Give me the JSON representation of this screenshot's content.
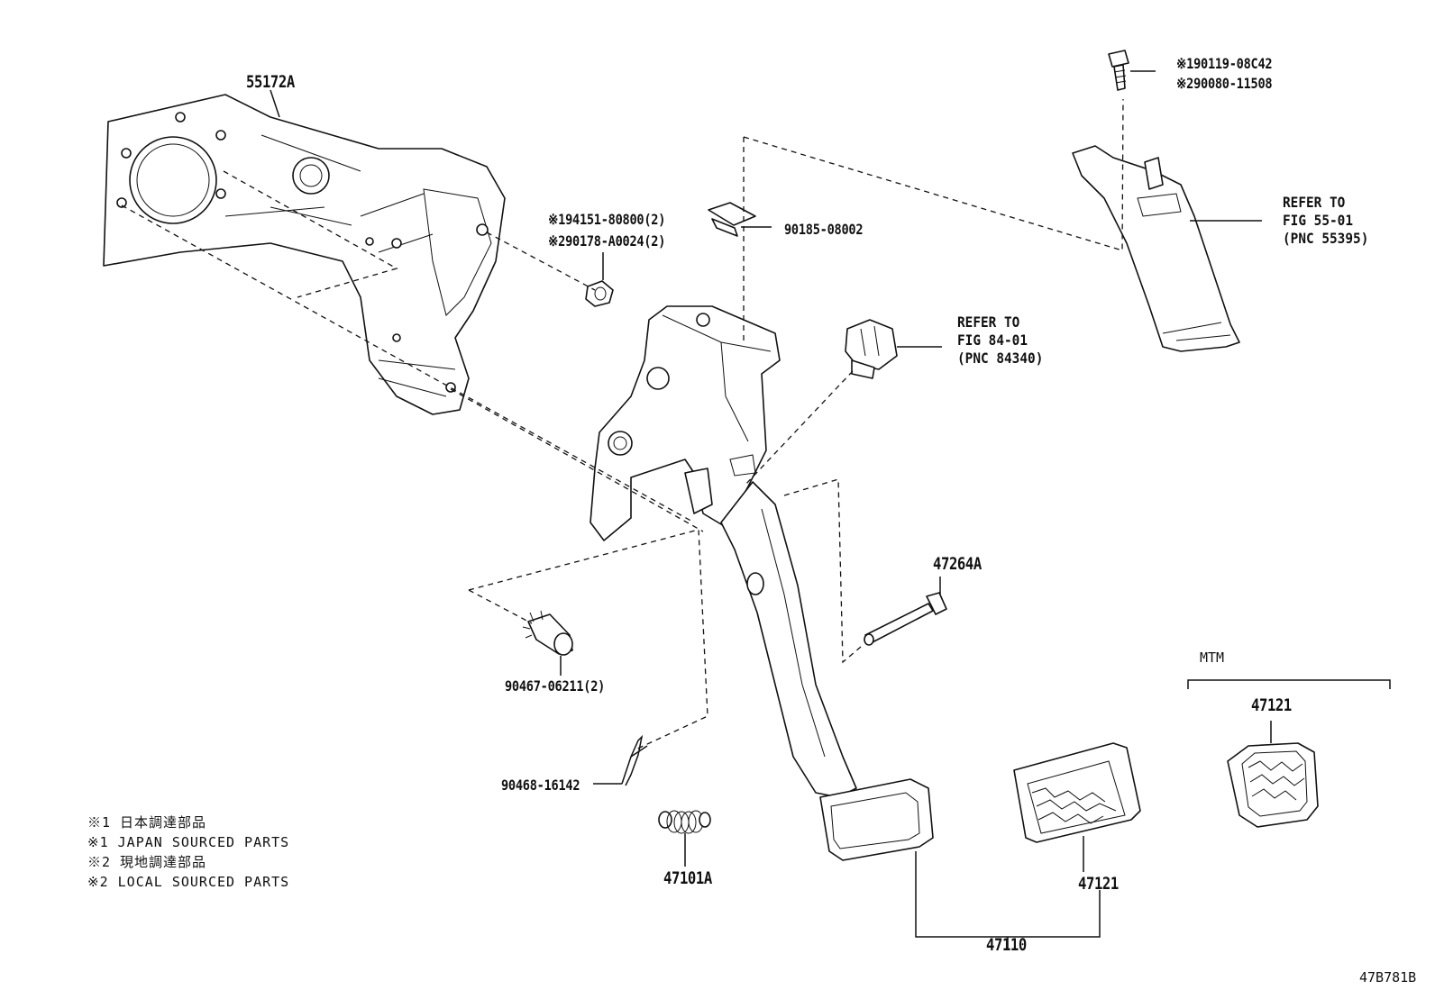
{
  "diagram": {
    "part_labels": {
      "p55172A": "55172A",
      "p90185": "90185-08002",
      "p47264A": "47264A",
      "p90467": "90467-06211(2)",
      "p90468": "90468-16142",
      "p47101A": "47101A",
      "p47121_main": "47121",
      "p47121_mtm": "47121",
      "p47110": "47110"
    },
    "bolt_notes": {
      "b1": "※194151-80800(2)",
      "b2": "※290178-A0024(2)"
    },
    "screw_notes": {
      "s1": "※190119-08C42",
      "s2": "※290080-11508"
    },
    "refer_55": [
      "REFER TO",
      "FIG 55-01",
      "(PNC 55395)"
    ],
    "refer_84": [
      "REFER TO",
      "FIG 84-01",
      "(PNC 84340)"
    ],
    "mtm_label": "MTM",
    "legend": [
      "※1 日本調達部品",
      "※1 JAPAN SOURCED PARTS",
      "※2 現地調達部品",
      "※2 LOCAL SOURCED PARTS"
    ],
    "drawing_code": "47B781B"
  }
}
